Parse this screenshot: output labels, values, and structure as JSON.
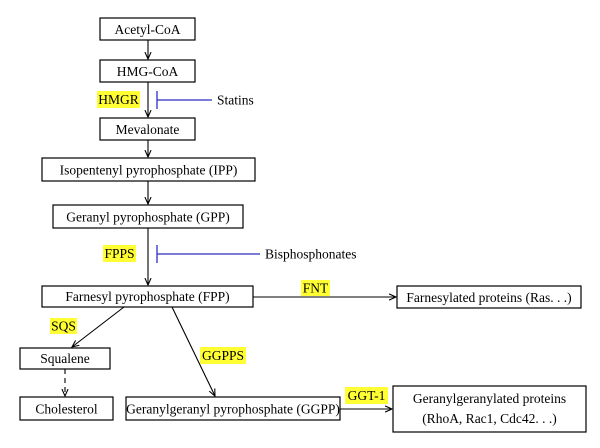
{
  "nodes": {
    "acetyl_coa": "Acetyl-CoA",
    "hmg_coa": "HMG-CoA",
    "mevalonate": "Mevalonate",
    "ipp": "Isopentenyl pyrophosphate (IPP)",
    "gpp": "Geranyl pyrophosphate (GPP)",
    "fpp": "Farnesyl pyrophosphate (FPP)",
    "farnesylated": "Farnesylated proteins (Ras. . .)",
    "squalene": "Squalene",
    "cholesterol": "Cholesterol",
    "ggpp": "Geranylgeranyl pyrophosphate (GGPP)",
    "geranylgeranylated_line1": "Geranylgeranylated proteins",
    "geranylgeranylated_line2": "(RhoA, Rac1, Cdc42. . .)"
  },
  "enzymes": {
    "hmgr": "HMGR",
    "fpps": "FPPS",
    "fnt": "FNT",
    "sqs": "SQS",
    "ggpps": "GGPPS",
    "ggt1": "GGT-1"
  },
  "inhibitors": {
    "statins": "Statins",
    "bisphosphonates": "Bisphosphonates"
  },
  "colors": {
    "enzyme_highlight": "#ffff33",
    "inhibitor_line": "#2c2cc8",
    "line": "#000000"
  }
}
